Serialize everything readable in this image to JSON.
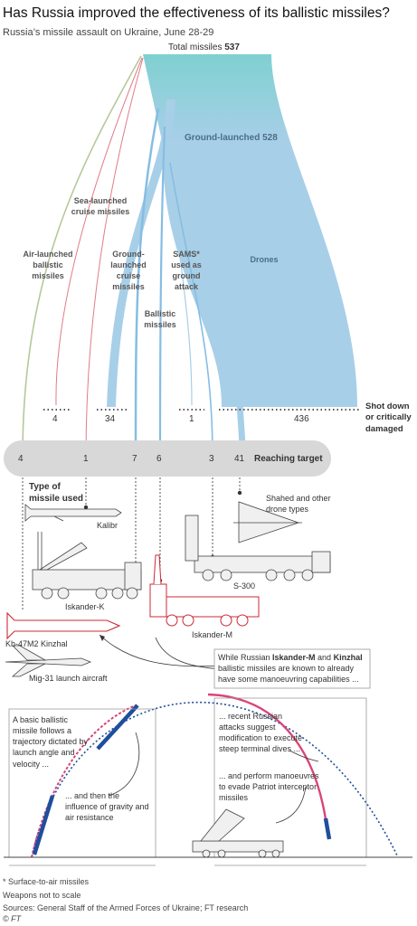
{
  "title": "Has Russia improved the effectiveness of its ballistic missiles?",
  "subtitle": "Russia’s missile assault on Ukraine, June 28-29",
  "total": {
    "label": "Total missiles",
    "value": "537"
  },
  "ground_launched": {
    "label": "Ground-launched",
    "value": "528"
  },
  "flows": {
    "sea": "Sea-launched cruise missiles",
    "air": "Air-launched ballistic missiles",
    "ground_cruise": "Ground-launched cruise missiles",
    "sams": "SAMS* used as ground attack",
    "ballistic": "Ballistic missiles",
    "drones": "Drones"
  },
  "shot_down": {
    "label": "Shot down or critically damaged",
    "values": [
      "4",
      "34",
      "1",
      "436"
    ]
  },
  "reaching": {
    "label": "Reaching target",
    "values": [
      "4",
      "1",
      "7",
      "6",
      "3",
      "41"
    ]
  },
  "type_label": "Type of missile used",
  "weapons": {
    "kalibr": "Kalibr",
    "shahed": "Shahed and other drone types",
    "s300": "S-300",
    "iskander_k": "Iskander-K",
    "iskander_m": "Iskander-M",
    "kinzhal": "Kh-47M2 Kinzhal",
    "mig": "Mig-31 launch aircraft"
  },
  "notes": {
    "russian_pre": "While Russian ",
    "iskander_m": "Iskander-M",
    "and": " and ",
    "kinzhal": "Kinzhal",
    "russian_post": " ballistic missiles are known to already have some manoeuvring capabilities ...",
    "basic": "A basic ballistic missile follows a trajectory dictated by launch angle and velocity ...",
    "gravity": "... and then the influence of gravity and air resistance",
    "recent": "... recent Russian attacks suggest modification to execute steep terminal dives ...",
    "patriot": "... and perform manoeuvres to evade Patriot interceptor missiles"
  },
  "footer": {
    "sams_note": "* Surface-to-air missiles",
    "scale": "Weapons not to scale",
    "sources": "Sources: General Staff of the Armed Forces of Ukraine; FT research",
    "copyright": "© FT"
  },
  "colors": {
    "teal": "#7fd0d0",
    "blue": "#a8cfe8",
    "line_blue": "#86bde3",
    "green": "#b5c99a",
    "red": "#e07c88",
    "band": "#d8d8d8",
    "missile_blue": "#1f4e9c",
    "missile_pink": "#d8457a",
    "outline_red": "#cc2936"
  }
}
